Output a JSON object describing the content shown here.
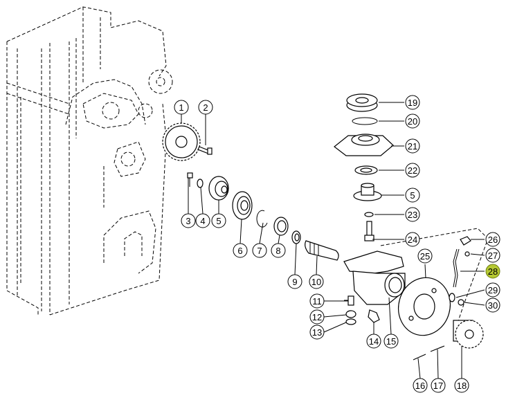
{
  "callouts": [
    {
      "id": "c1",
      "label": "1"
    },
    {
      "id": "c2",
      "label": "2"
    },
    {
      "id": "c3",
      "label": "3"
    },
    {
      "id": "c4",
      "label": "4"
    },
    {
      "id": "c5a",
      "label": "5"
    },
    {
      "id": "c6",
      "label": "6"
    },
    {
      "id": "c7",
      "label": "7"
    },
    {
      "id": "c8",
      "label": "8"
    },
    {
      "id": "c9",
      "label": "9"
    },
    {
      "id": "c10",
      "label": "10"
    },
    {
      "id": "c11",
      "label": "11"
    },
    {
      "id": "c12",
      "label": "12"
    },
    {
      "id": "c13",
      "label": "13"
    },
    {
      "id": "c14",
      "label": "14"
    },
    {
      "id": "c15",
      "label": "15"
    },
    {
      "id": "c16",
      "label": "16"
    },
    {
      "id": "c17",
      "label": "17"
    },
    {
      "id": "c18",
      "label": "18"
    },
    {
      "id": "c19",
      "label": "19"
    },
    {
      "id": "c20",
      "label": "20"
    },
    {
      "id": "c21",
      "label": "21"
    },
    {
      "id": "c22",
      "label": "22"
    },
    {
      "id": "c5b",
      "label": "5"
    },
    {
      "id": "c23",
      "label": "23"
    },
    {
      "id": "c24",
      "label": "24"
    },
    {
      "id": "c25",
      "label": "25"
    },
    {
      "id": "c26",
      "label": "26"
    },
    {
      "id": "c27",
      "label": "27"
    },
    {
      "id": "c28",
      "label": "28",
      "highlighted": true
    },
    {
      "id": "c29",
      "label": "29"
    },
    {
      "id": "c30",
      "label": "30"
    }
  ],
  "highlight_color": "#b5c832"
}
